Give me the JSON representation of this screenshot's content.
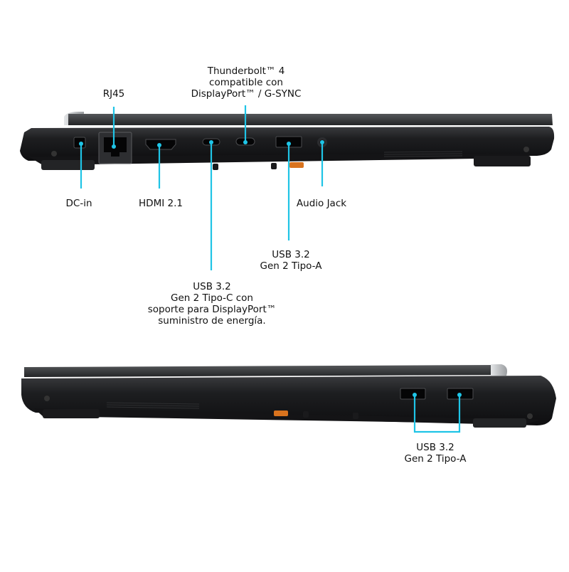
{
  "colors": {
    "callout": "#1fc4e6",
    "chassis": "#1b1b1d",
    "port": "#050506",
    "accent": "#d9731e",
    "silver": "#c9cbcd"
  },
  "left_side": {
    "labels": {
      "rj45": "RJ45",
      "thunderbolt": [
        "Thunderbolt™ 4",
        "compatible con",
        "DisplayPort™ / G-SYNC"
      ],
      "dc_in": "DC-in",
      "hdmi": "HDMI 2.1",
      "audio": "Audio Jack",
      "usb_a": [
        "USB 3.2",
        "Gen 2 Tipo-A"
      ],
      "usb_c": [
        "USB 3.2",
        "Gen 2 Tipo-C con",
        "soporte para DisplayPort™",
        "suministro de energía."
      ]
    }
  },
  "right_side": {
    "labels": {
      "usb_a": [
        "USB 3.2",
        "Gen 2 Tipo-A"
      ]
    }
  }
}
